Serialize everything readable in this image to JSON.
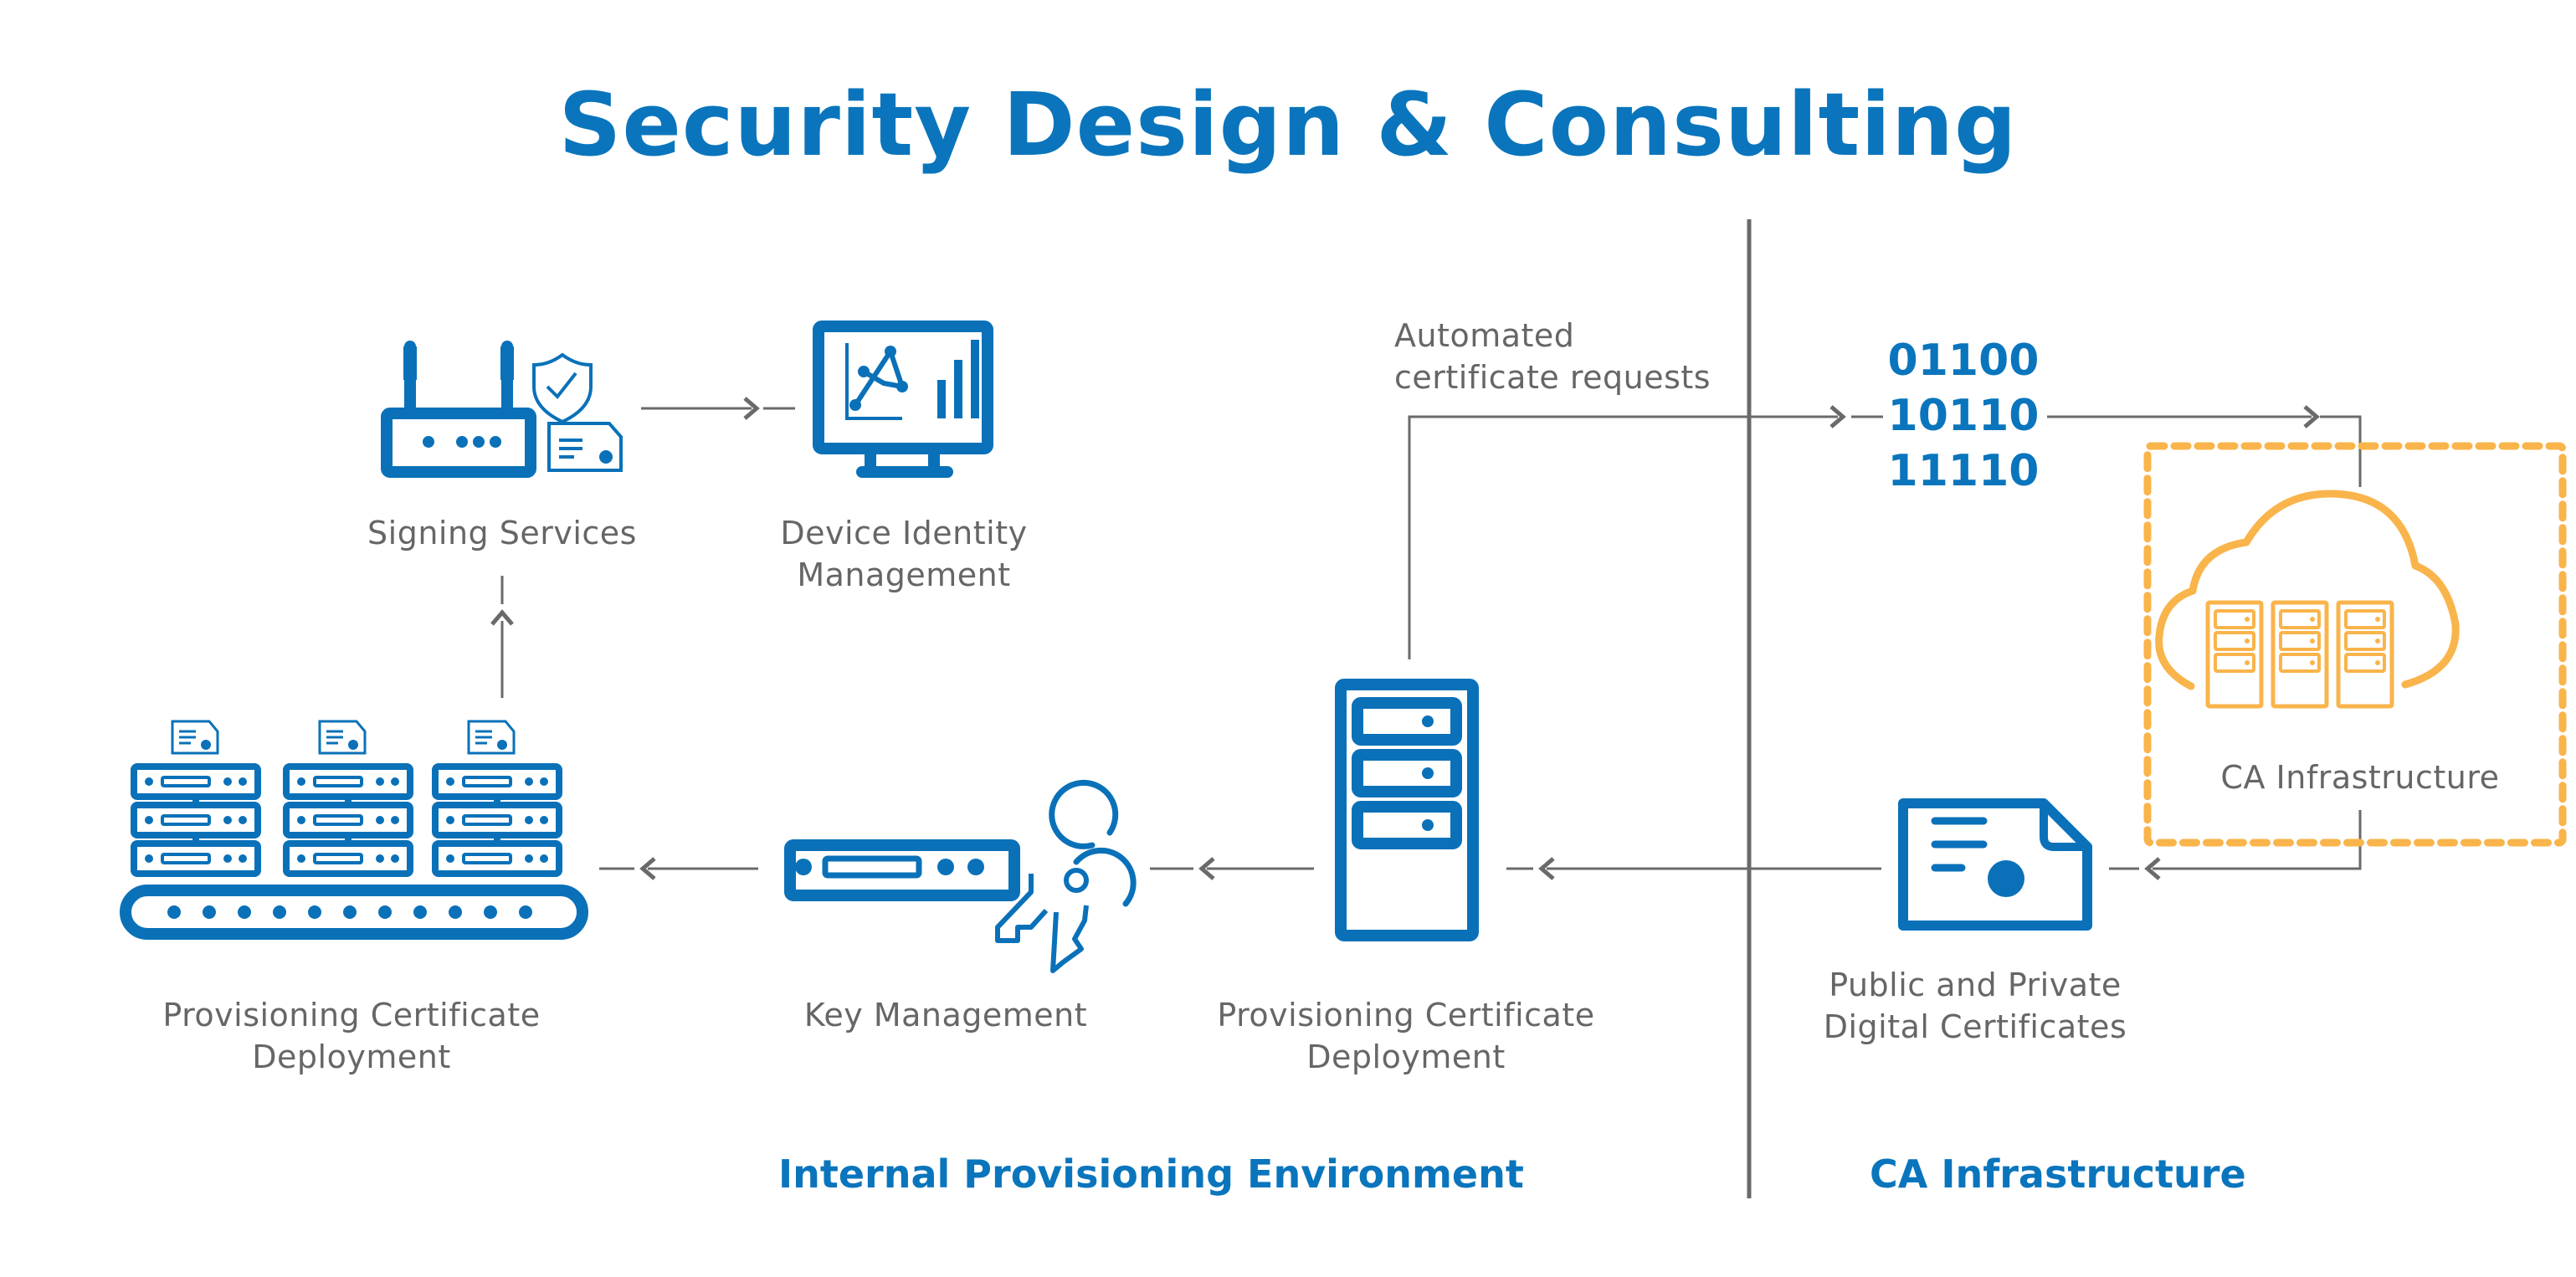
{
  "title": "Security Design & Consulting",
  "colors": {
    "primary_blue": "#0a75bc",
    "label_gray": "#666666",
    "connector_gray": "#6a6a6a",
    "ca_orange": "#f9b44b"
  },
  "nodes": {
    "signing_services": {
      "label": "Signing Services",
      "icons": [
        "router-icon",
        "shield-check-icon",
        "certificate-icon"
      ]
    },
    "device_identity": {
      "label": "Device Identity\nManagement",
      "icons": [
        "monitor-chart-icon"
      ]
    },
    "provisioning_left": {
      "label": "Provisioning Certificate\nDeployment",
      "icons": [
        "server-rack-icon",
        "conveyor-icon",
        "certificate-icon"
      ]
    },
    "key_management": {
      "label": "Key Management",
      "icons": [
        "hsm-appliance-icon",
        "keys-icon"
      ]
    },
    "provisioning_center": {
      "label": "Provisioning Certificate\nDeployment",
      "icons": [
        "server-tower-icon"
      ]
    },
    "automated_requests": {
      "label": "Automated\ncertificate requests"
    },
    "binary_data": {
      "text": "01100\n10110\n11110"
    },
    "public_private_certs": {
      "label": "Public and Private\nDigital Certificates",
      "icons": [
        "certificate-icon"
      ]
    },
    "ca_infrastructure": {
      "label": "CA Infrastructure",
      "icons": [
        "cloud-servers-icon"
      ]
    }
  },
  "sections": {
    "internal": "Internal Provisioning Environment",
    "ca": "CA Infrastructure"
  },
  "flows": [
    {
      "from": "provisioning_left",
      "to": "signing_services"
    },
    {
      "from": "signing_services",
      "to": "device_identity"
    },
    {
      "from": "provisioning_center",
      "to": "binary_data",
      "label": "automated_requests"
    },
    {
      "from": "binary_data",
      "to": "ca_infrastructure"
    },
    {
      "from": "ca_infrastructure",
      "to": "public_private_certs"
    },
    {
      "from": "public_private_certs",
      "to": "provisioning_center"
    },
    {
      "from": "provisioning_center",
      "to": "key_management"
    },
    {
      "from": "key_management",
      "to": "provisioning_left"
    }
  ]
}
